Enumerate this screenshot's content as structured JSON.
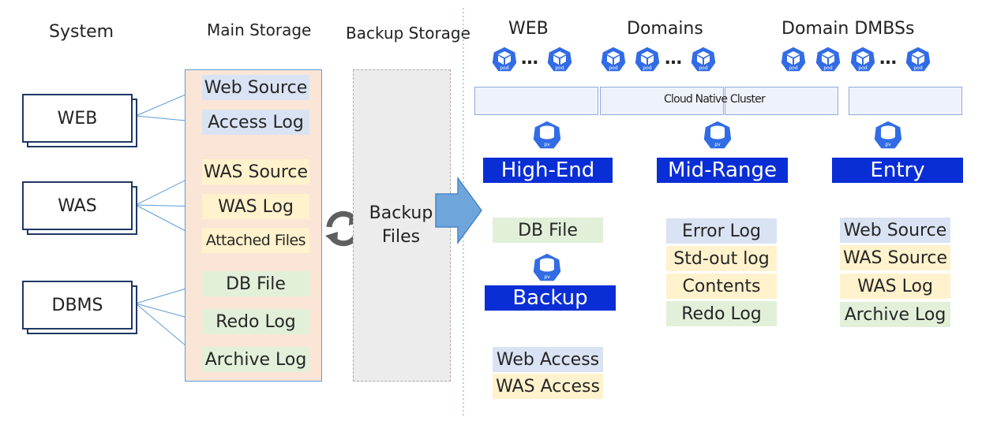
{
  "headers": {
    "system": "System",
    "main_storage": "Main Storage",
    "backup_storage": "Backup Storage",
    "web": "WEB",
    "domains": "Domains",
    "domain_dbmss": "Domain DMBSs"
  },
  "systems": [
    "WEB",
    "WAS",
    "DBMS"
  ],
  "main_storage_items": [
    {
      "label": "Web Source",
      "color": "blue"
    },
    {
      "label": "Access Log",
      "color": "blue"
    },
    {
      "label": "WAS Source",
      "color": "yellow"
    },
    {
      "label": "WAS Log",
      "color": "yellow"
    },
    {
      "label": "Attached Files",
      "color": "yellow"
    },
    {
      "label": "DB File",
      "color": "green"
    },
    {
      "label": "Redo Log",
      "color": "green"
    },
    {
      "label": "Archive Log",
      "color": "green"
    }
  ],
  "backup_files_label": [
    "Backup",
    "Files"
  ],
  "cluster_label": "Cloud Native Cluster",
  "icon_text": {
    "pod": "pod",
    "pv": "pv",
    "ellipsis": "…"
  },
  "tiers": {
    "high_end": "High-End",
    "mid_range": "Mid-Range",
    "entry": "Entry",
    "backup": "Backup"
  },
  "high_end_items": [
    {
      "label": "DB File",
      "color": "green"
    }
  ],
  "backup_items": [
    {
      "label": "Web Access",
      "color": "blue"
    },
    {
      "label": "WAS Access",
      "color": "yellow"
    }
  ],
  "mid_range_items": [
    {
      "label": "Error Log",
      "color": "blue"
    },
    {
      "label": "Std-out log",
      "color": "yellow"
    },
    {
      "label": "Contents",
      "color": "yellow"
    },
    {
      "label": "Redo Log",
      "color": "green"
    }
  ],
  "entry_items": [
    {
      "label": "Web Source",
      "color": "blue"
    },
    {
      "label": "WAS Source",
      "color": "yellow"
    },
    {
      "label": "WAS Log",
      "color": "yellow"
    },
    {
      "label": "Archive Log",
      "color": "green"
    }
  ],
  "colors": {
    "tier_blue": "#0a2ed6",
    "k8s_blue": "#326ce5",
    "main_storage_fill": "#fbe5d6",
    "arrow_fill": "#6ea6dc"
  }
}
